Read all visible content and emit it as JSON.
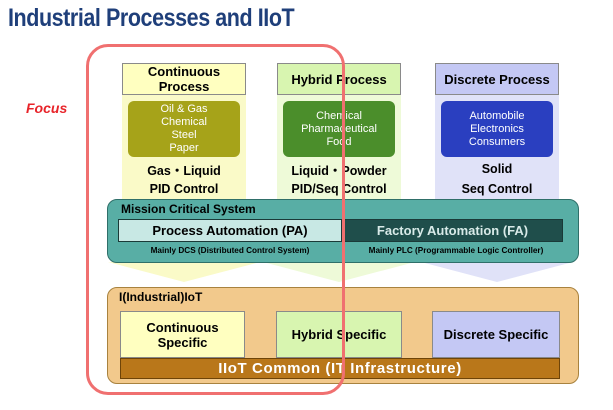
{
  "title": "Industrial Processes  and IIoT",
  "focus_label": "Focus",
  "columns": [
    {
      "id": "continuous",
      "header": "Continuous\nProcess",
      "header_bg": "#ffffc0",
      "arrow_color": "#fafac8",
      "inner_text": "Oil & Gas\nChemical\nSteel\nPaper",
      "inner_bg": "#a6a319",
      "property": "Gas・Liquid",
      "control": "PID Control"
    },
    {
      "id": "hybrid",
      "header": "Hybrid Process",
      "header_bg": "#d8f5b0",
      "arrow_color": "#eefad8",
      "inner_text": "Chemical\nPharmaceutical\nFood",
      "inner_bg": "#4b8e2b",
      "property": "Liquid・Powder",
      "control": "PID/Seq Control"
    },
    {
      "id": "discrete",
      "header": "Discrete Process",
      "header_bg": "#c4c8f4",
      "arrow_color": "#e0e2f8",
      "inner_text": "Automobile\nElectronics\nConsumers",
      "inner_bg": "#2a3fc0",
      "property": "Solid",
      "control": "Seq Control"
    }
  ],
  "mission": {
    "title": "Mission Critical System",
    "bg": "#58aea5",
    "pa_label": "Process Automation (PA)",
    "pa_bg": "#c8e8e4",
    "fa_label": "Factory Automation (FA)",
    "fa_bg": "#1f4e4b",
    "pa_note": "Mainly DCS (Distributed Control System)",
    "fa_note": "Mainly PLC (Programmable Logic Controller)"
  },
  "iiot": {
    "title": "I(Industrial)IoT",
    "bg": "#f2c98c",
    "continuous_specific": "Continuous\nSpecific",
    "hybrid_specific": "Hybrid Specific",
    "discrete_specific": "Discrete Specific",
    "common": "IIoT Common (IT Infrastructure)",
    "common_bg": "#b9771a"
  },
  "focus_color": "#f07070"
}
